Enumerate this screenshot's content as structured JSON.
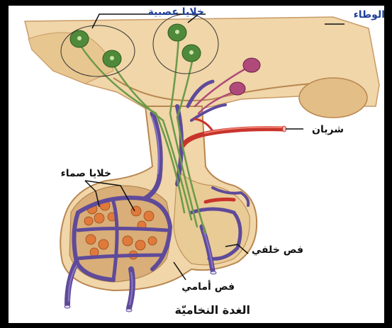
{
  "labels": {
    "hypothalamus": "الوطاء",
    "neurons": "خلايا عصبية",
    "artery": "شريان",
    "blind_cells": "خلايا صماء",
    "posterior_lobe": "فص خلفي",
    "anterior_lobe": "فص أمامي",
    "pituitary_gland": "الغدة النخاميّة"
  },
  "colors": {
    "tissue": "#f0d6a8",
    "tissue_dark": "#d9ae78",
    "vein": "#5f4a9a",
    "artery": "#c8342c",
    "neuron": "#4f8a3a",
    "magenta_neuron": "#b04a7a",
    "label_blue": "#1f3f9a"
  }
}
